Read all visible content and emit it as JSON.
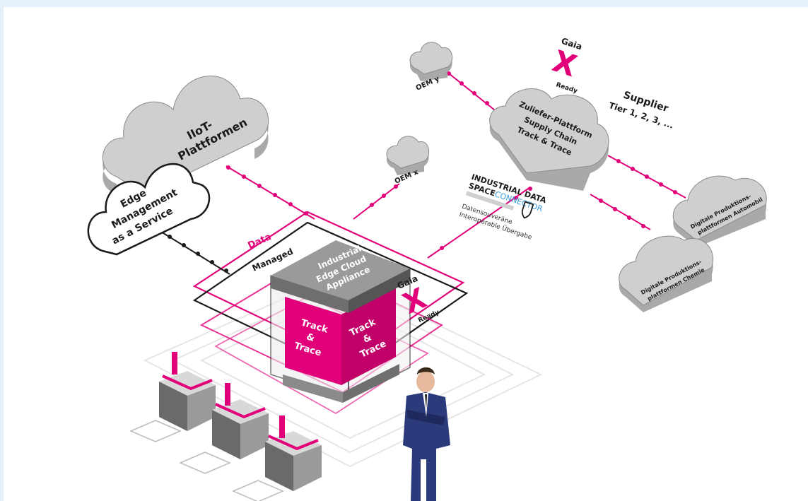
{
  "clouds": {
    "iiot": [
      "IIoT-",
      "Plattformen"
    ],
    "edge_mgmt": [
      "Edge",
      "Management",
      "as a Service"
    ],
    "oem_y": "OEM y",
    "oem_x": "OEM x",
    "zulieferer": [
      "Zuliefer-Plattform",
      "Supply Chain",
      "Track & Trace"
    ],
    "supplier": [
      "Supplier",
      "Tier 1, 2, 3, ..."
    ],
    "digital_auto": [
      "Digitale Produktions-",
      "plattformen Automobil"
    ],
    "digital_chemie": [
      "Digitale Produktions-",
      "plattformen Chemie"
    ]
  },
  "gaia_badge": {
    "top": "Gaia",
    "mark": "X",
    "bottom": "Ready"
  },
  "connector": {
    "line1": "INDUSTRIAL DATA",
    "line2a": "SPACE",
    "line2b": "CONNECTOR",
    "sub1": "Datensouveräne",
    "sub2": "Interoperable Übergabe"
  },
  "platform": {
    "data_label": "Data",
    "managed_label": "Managed"
  },
  "appliance": {
    "title": [
      "Industrial",
      "Edge Cloud",
      "Appliance"
    ],
    "face_left": [
      "Track",
      "&",
      "Trace"
    ],
    "face_right": [
      "Track",
      "&",
      "Trace"
    ]
  },
  "colors": {
    "accent": "#e2007a",
    "cloud": "#c8c8c8",
    "dark": "#1a1a1a"
  }
}
